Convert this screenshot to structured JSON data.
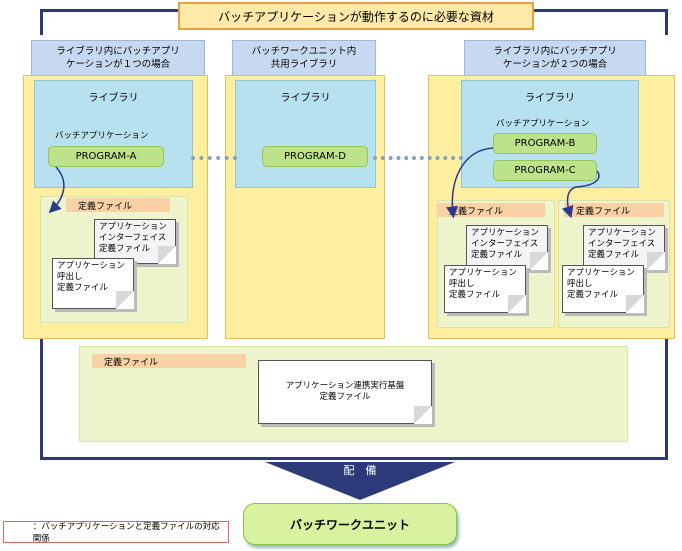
{
  "title": "バッチアプリケーションが動作するのに必要な資材",
  "columns": [
    {
      "header": "ライブラリ内にバッチアプリ\nケーションが１つの場合"
    },
    {
      "header": "バッチワークユニット内\n共用ライブラリ"
    },
    {
      "header": "ライブラリ内にバッチアプリ\nケーションが２つの場合"
    }
  ],
  "library_label": "ライブラリ",
  "batch_app_label": "バッチアプリケーション",
  "programs": {
    "a": "PROGRAM-A",
    "b": "PROGRAM-B",
    "c": "PROGRAM-C",
    "d": "PROGRAM-D"
  },
  "definition_file_label": "定義ファイル",
  "docs": {
    "interface": "アプリケーション\nインターフェイス\n定義ファイル",
    "call": "アプリケーション\n呼出し\n定義ファイル",
    "base": "アプリケーション連携実行基盤\n定義ファイル"
  },
  "deploy_label": "配　備",
  "batch_unit_label": "バッチワークユニット",
  "legend_text": "：バッチアプリケーションと定義ファイルの対応関係",
  "colors": {
    "frame": "#2c3a7a",
    "arrow": "#2a3a90",
    "program": "#bde38a",
    "library": "#b7e1ee",
    "yellow": "#fdeea0"
  }
}
